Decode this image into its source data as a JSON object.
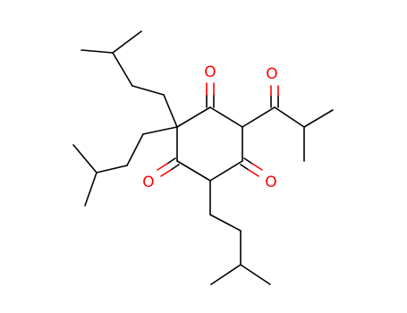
{
  "colors": {
    "bond": "#000000",
    "oxygen": "#ff0000",
    "background": "#ffffff"
  },
  "molecule": {
    "atoms": {
      "o1": "O",
      "o2": "O",
      "o3": "O",
      "o4": "O"
    }
  }
}
